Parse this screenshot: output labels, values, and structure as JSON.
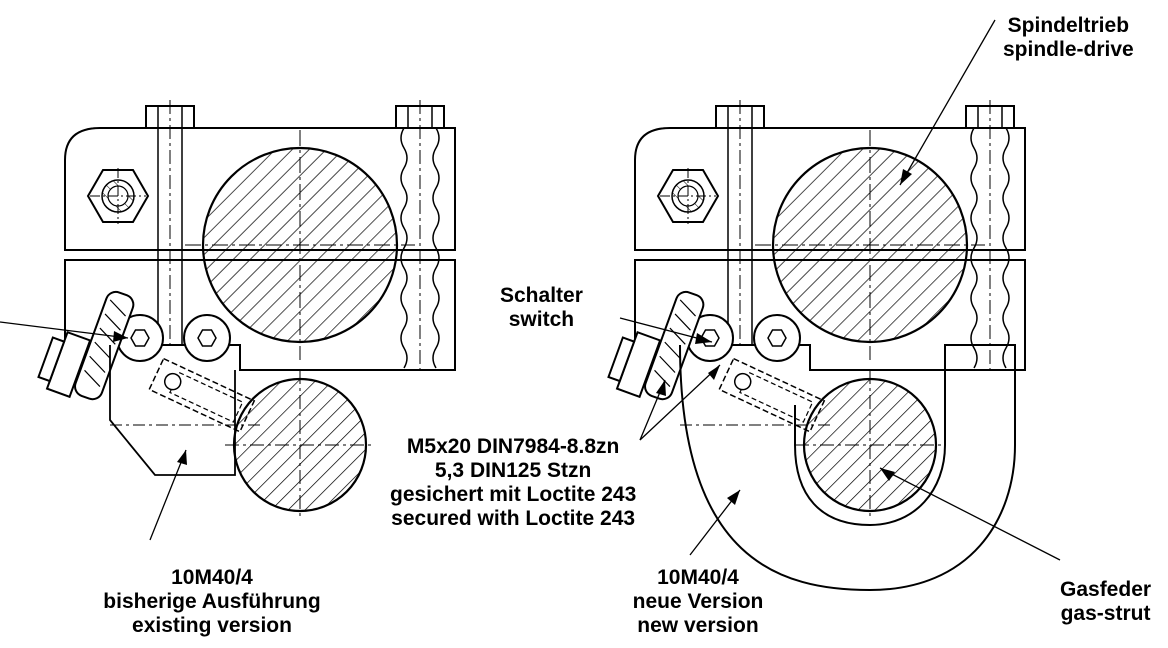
{
  "labels": {
    "spindle": [
      "Spindeltrieb",
      "spindle-drive"
    ],
    "switch": [
      "Schalter",
      "switch"
    ],
    "screw": [
      "M5x20 DIN7984-8.8zn",
      "5,3 DIN125 Stzn",
      "gesichert mit Loctite 243",
      "secured with Loctite 243"
    ],
    "old_version": [
      "10M40/4",
      "bisherige Ausführung",
      "existing version"
    ],
    "new_version": [
      "10M40/4",
      "neue Version",
      "new version"
    ],
    "gas_strut": [
      "Gasfeder",
      "gas-strut"
    ]
  }
}
